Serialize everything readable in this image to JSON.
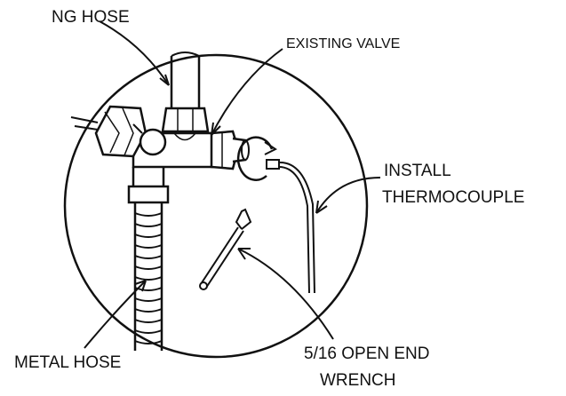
{
  "labels": {
    "ng_hose": "NG HOSE",
    "existing_valve": "EXISTING VALVE",
    "install_line1": "INSTALL",
    "install_line2": "THERMOCOUPLE",
    "metal_hose": "METAL HOSE",
    "wrench_line1": "5/16 OPEN END",
    "wrench_line2": "WRENCH"
  },
  "colors": {
    "ink": "#111111",
    "paper": "#ffffff"
  }
}
